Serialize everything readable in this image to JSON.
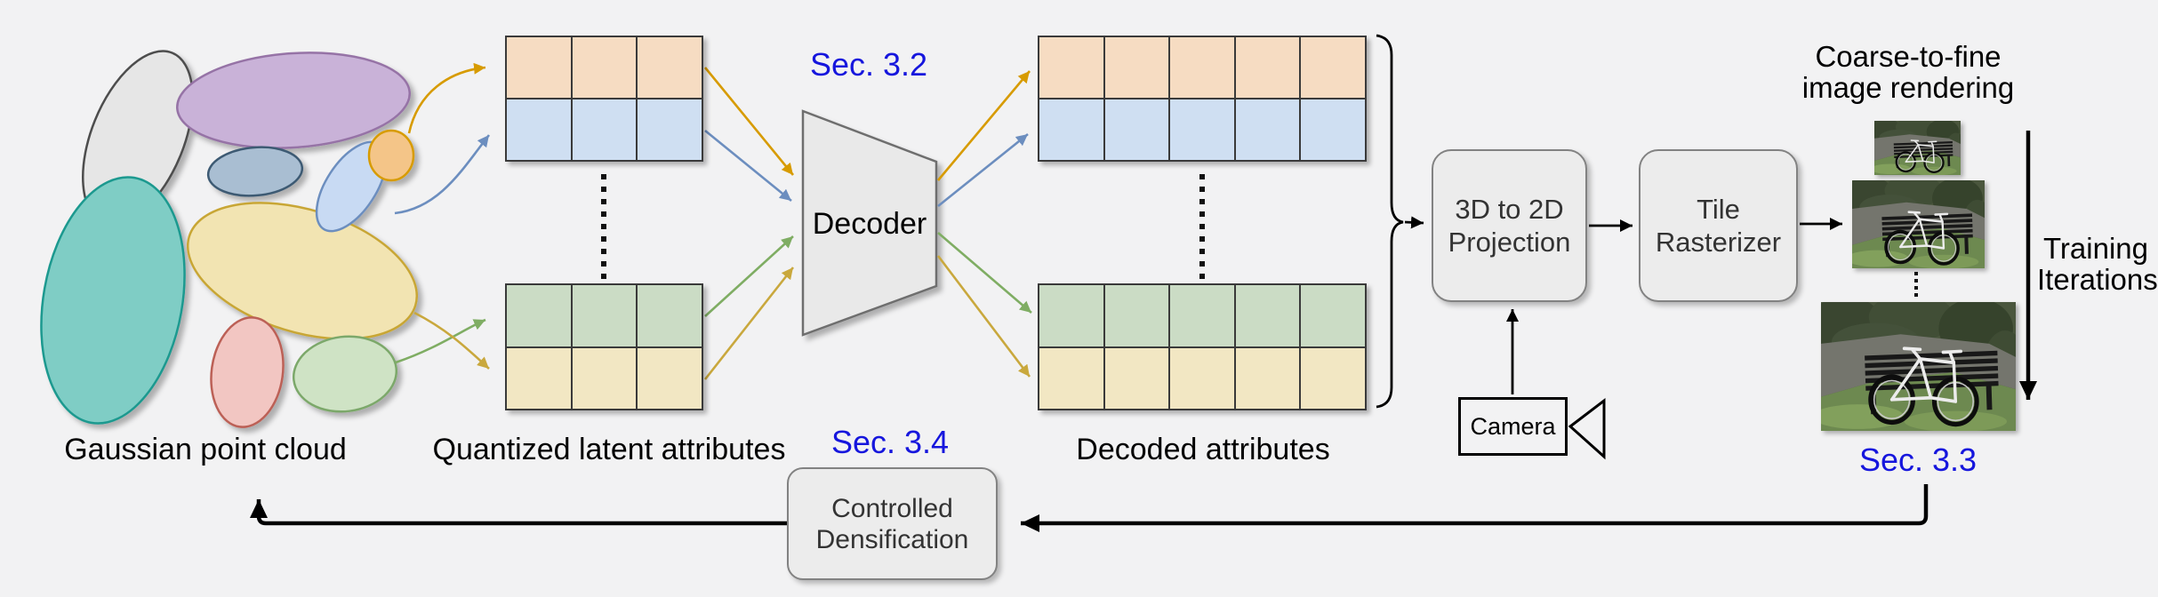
{
  "title_labels": {
    "point_cloud": "Gaussian point cloud",
    "latent": "Quantized latent attributes",
    "decoded": "Decoded attributes"
  },
  "sections": {
    "s32": "Sec. 3.2",
    "s33": "Sec. 3.3",
    "s34": "Sec. 3.4",
    "label_color": "#1616dd"
  },
  "decoder": {
    "label": "Decoder"
  },
  "projection": {
    "line1": "3D to 2D",
    "line2": "Projection"
  },
  "rasterizer": {
    "line1": "Tile",
    "line2": "Rasterizer"
  },
  "camera": {
    "label": "Camera"
  },
  "rendering": {
    "line1": "Coarse-to-fine",
    "line2": "image rendering"
  },
  "training": {
    "line1": "Training",
    "line2": "Iterations"
  },
  "densification": {
    "line1": "Controlled",
    "line2": "Densification"
  },
  "attribute_tables": {
    "latent_columns_per_row": 3,
    "decoded_columns_per_row": 5,
    "row_colors": {
      "peach": "#f6dcc2",
      "blue": "#cfdff2",
      "green": "#cbdcc5",
      "yellow": "#f2e7c3"
    }
  },
  "arrow_colors": {
    "gold": "#d79b00",
    "blue": "#6c8ebf",
    "green": "#7fad63",
    "yellow": "#c9a83d",
    "black": "#000000"
  },
  "point_cloud_ellipse_colors": {
    "gray": "#e6e6e6",
    "purple": "#c9b2d8",
    "teal": "#7fcdc5",
    "yellow": "#f2e4b2",
    "slate_blue": "#a9bed2",
    "light_blue": "#c8daf3",
    "orange": "#f4c588",
    "pink": "#f2c6c2",
    "green": "#cfe3c5"
  },
  "icons": {
    "camera_lens": "camera-lens-triangle",
    "brace": "curly-brace",
    "ellipsis": "vertical-ellipsis",
    "bike_render": "bicycle-park-photo"
  }
}
